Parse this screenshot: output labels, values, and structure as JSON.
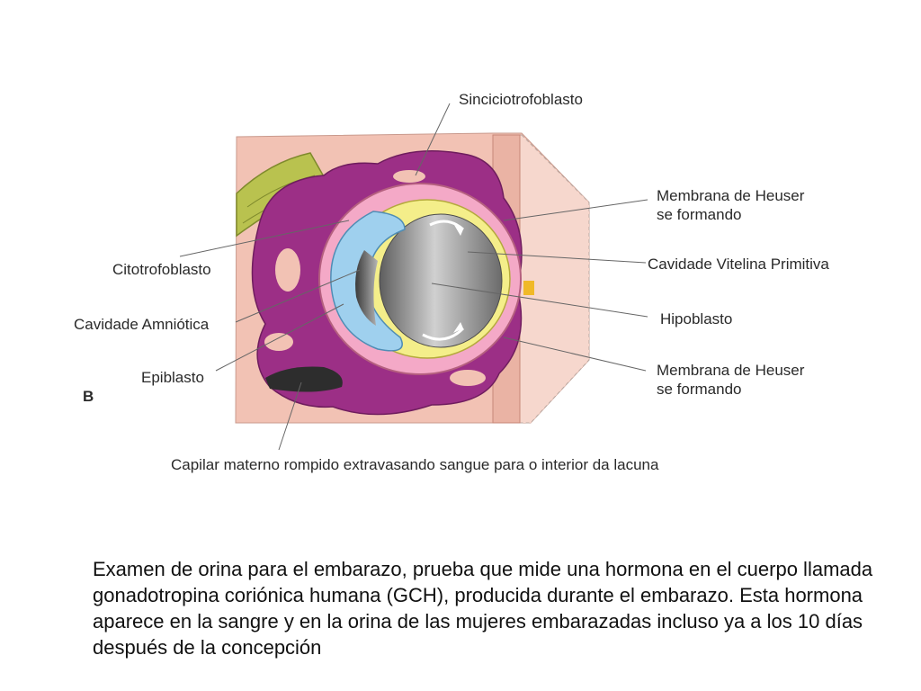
{
  "labels": {
    "sinciciotrofoblasto": "Sinciciotrofoblasto",
    "membrana_heuser_top": "Membrana de Heuser\nse formando",
    "cavidade_vitelina": "Cavidade Vitelina Primitiva",
    "hipoblasto": "Hipoblasto",
    "membrana_heuser_bottom": "Membrana de Heuser\nse formando",
    "citotrofoblasto": "Citotrofoblasto",
    "cavidade_amniotica": "Cavidade Amniótica",
    "epiblasto": "Epiblasto",
    "panel_letter": "B",
    "capilar": "Capilar materno rompido extravasando sangue para o interior da lacuna"
  },
  "caption": "Examen de orina para el embarazo, prueba que mide una hormona en el cuerpo llamada gonadotropina coriónica humana (GCH), producida durante el embarazo. Esta hormona aparece en la sangre y en la orina de las mujeres embarazadas incluso ya a los 10 días después de la concepción",
  "colors": {
    "endometrium": "#f2c2b4",
    "syncytio": "#9c2f86",
    "cytotrophoblast": "#f4a9c7",
    "hypoblast": "#f4ee8a",
    "epiblast": "#9fd0ee",
    "cavity": "#8a8a8a",
    "glands": "#b9c24f"
  }
}
